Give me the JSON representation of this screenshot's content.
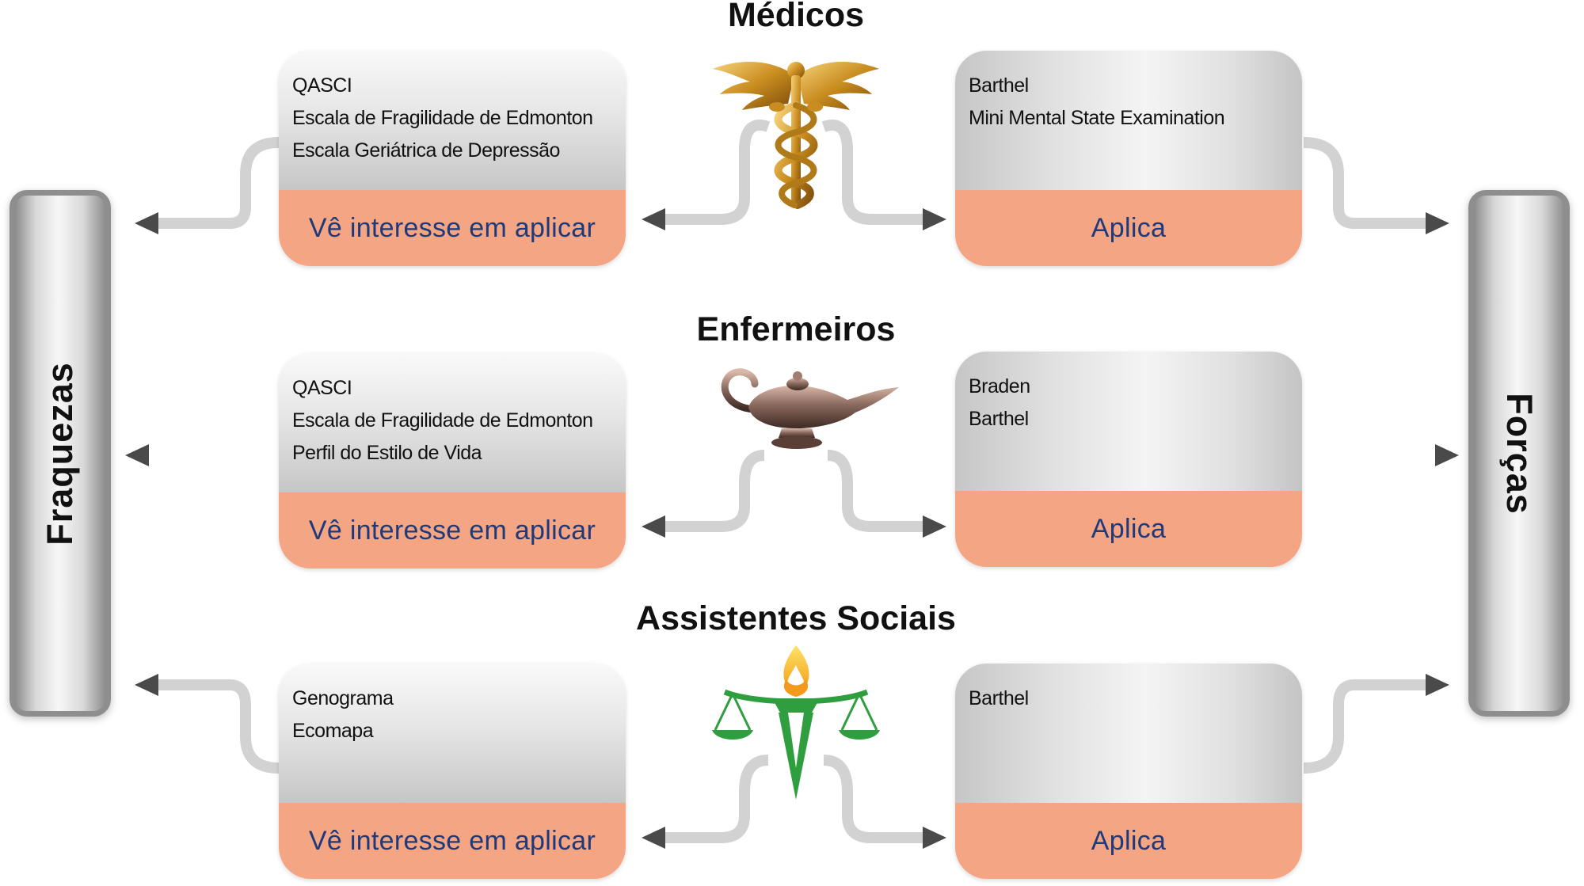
{
  "left_column": {
    "label": "Fraquezas"
  },
  "right_column": {
    "label": "Forças"
  },
  "groups": [
    {
      "title": "Médicos",
      "icon": "caduceus-icon",
      "left_card": {
        "items": [
          "QASCI",
          "Escala de Fragilidade de Edmonton",
          "Escala Geriátrica de Depressão"
        ],
        "footer": "Vê interesse em aplicar"
      },
      "right_card": {
        "items": [
          "Barthel",
          "Mini Mental State Examination"
        ],
        "footer": "Aplica"
      }
    },
    {
      "title": "Enfermeiros",
      "icon": "oil-lamp-icon",
      "left_card": {
        "items": [
          "QASCI",
          "Escala de Fragilidade de Edmonton",
          "Perfil do Estilo de Vida"
        ],
        "footer": "Vê interesse em aplicar"
      },
      "right_card": {
        "items": [
          "Braden",
          "Barthel"
        ],
        "footer": "Aplica"
      }
    },
    {
      "title": "Assistentes Sociais",
      "icon": "scales-torch-icon",
      "left_card": {
        "items": [
          "Genograma",
          "Ecomapa"
        ],
        "footer": "Vê interesse em aplicar"
      },
      "right_card": {
        "items": [
          "Barthel"
        ],
        "footer": "Aplica"
      }
    }
  ],
  "colors": {
    "footer_fill": "#f3a584",
    "footer_text": "#1f3a7a",
    "arrow": "#5a5a5a",
    "connector": "#cfcfcf"
  }
}
